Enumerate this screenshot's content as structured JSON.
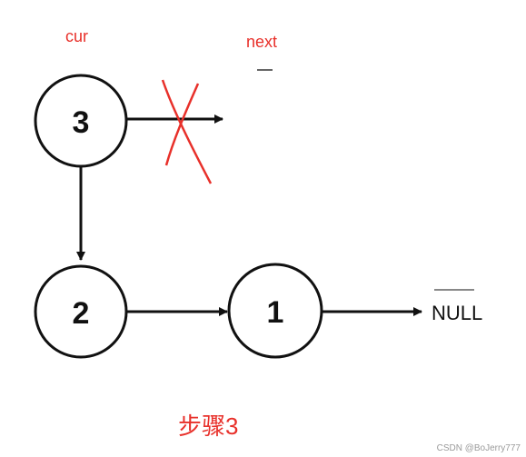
{
  "labels": {
    "cur": "cur",
    "next": "next"
  },
  "nodes": [
    {
      "id": "node-3",
      "value": "3"
    },
    {
      "id": "node-2",
      "value": "2"
    },
    {
      "id": "node-1",
      "value": "1"
    }
  ],
  "null_label": "NULL",
  "caption": "步骤3",
  "watermark": "CSDN @BoJerry777",
  "colors": {
    "annotation": "#e8302a",
    "stroke": "#111111",
    "background": "#ffffff"
  }
}
